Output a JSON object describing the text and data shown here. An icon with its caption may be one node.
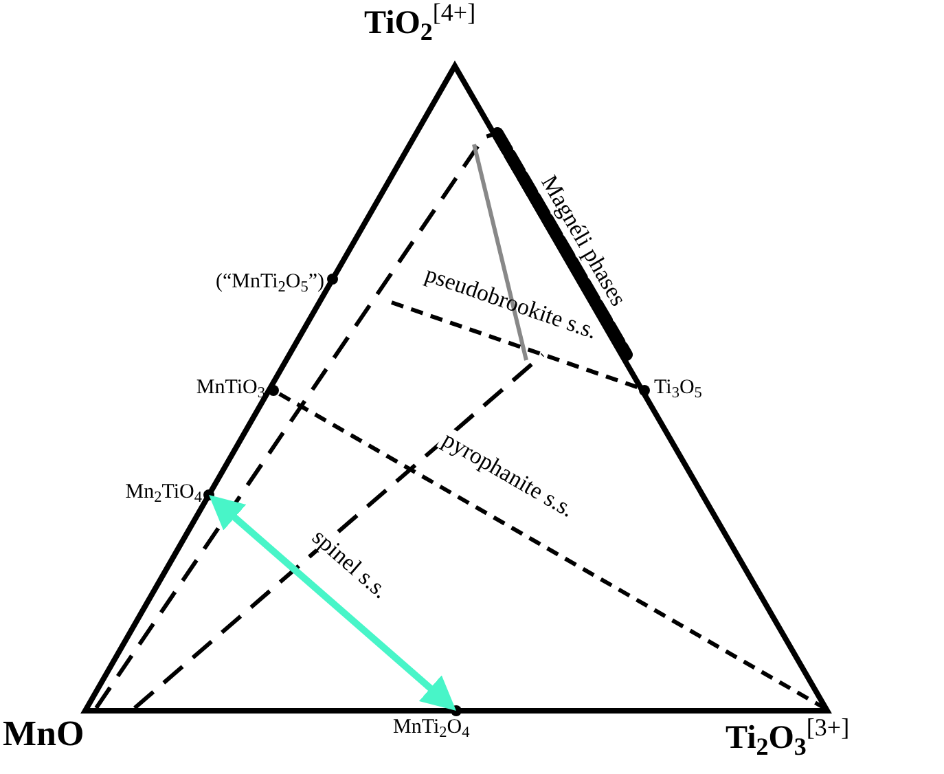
{
  "diagram": {
    "nodes": [
      {
        "text": [
          "**TiO$_{2}$**$^{[4+]}$"
        ]
      },
      {
        "text": [
          "(“MnTi$_{2}$O$_{5}$”)"
        ]
      },
      {
        "text": [
          "MnTiO$_{3}$"
        ]
      },
      {
        "text": [
          "Ti$_{3}$O$_{5}$"
        ]
      },
      {
        "text": [
          "Mn$_{2}$TiO$_{4}$"
        ]
      },
      {
        "text": [
          "**MnO**"
        ]
      },
      {
        "text": [
          "MnTi$_{2}$O$_{4}$"
        ]
      },
      {
        "text": [
          "**Ti$_{2}$O$_{3}$**$^{[3+]}$"
        ]
      }
    ],
    "edges": [
      {
        "from": 2,
        "to": 7,
        "arrow": "none",
        "label": "pyrophanite s.s.",
        "style": "dashed"
      },
      {
        "from": 4,
        "to": 6,
        "arrow": "both",
        "label": "spinel s.s.",
        "color": "#48f5c8"
      }
    ],
    "labels": [
      "Magnéli phases",
      "pseudobrookite s.s."
    ]
  }
}
